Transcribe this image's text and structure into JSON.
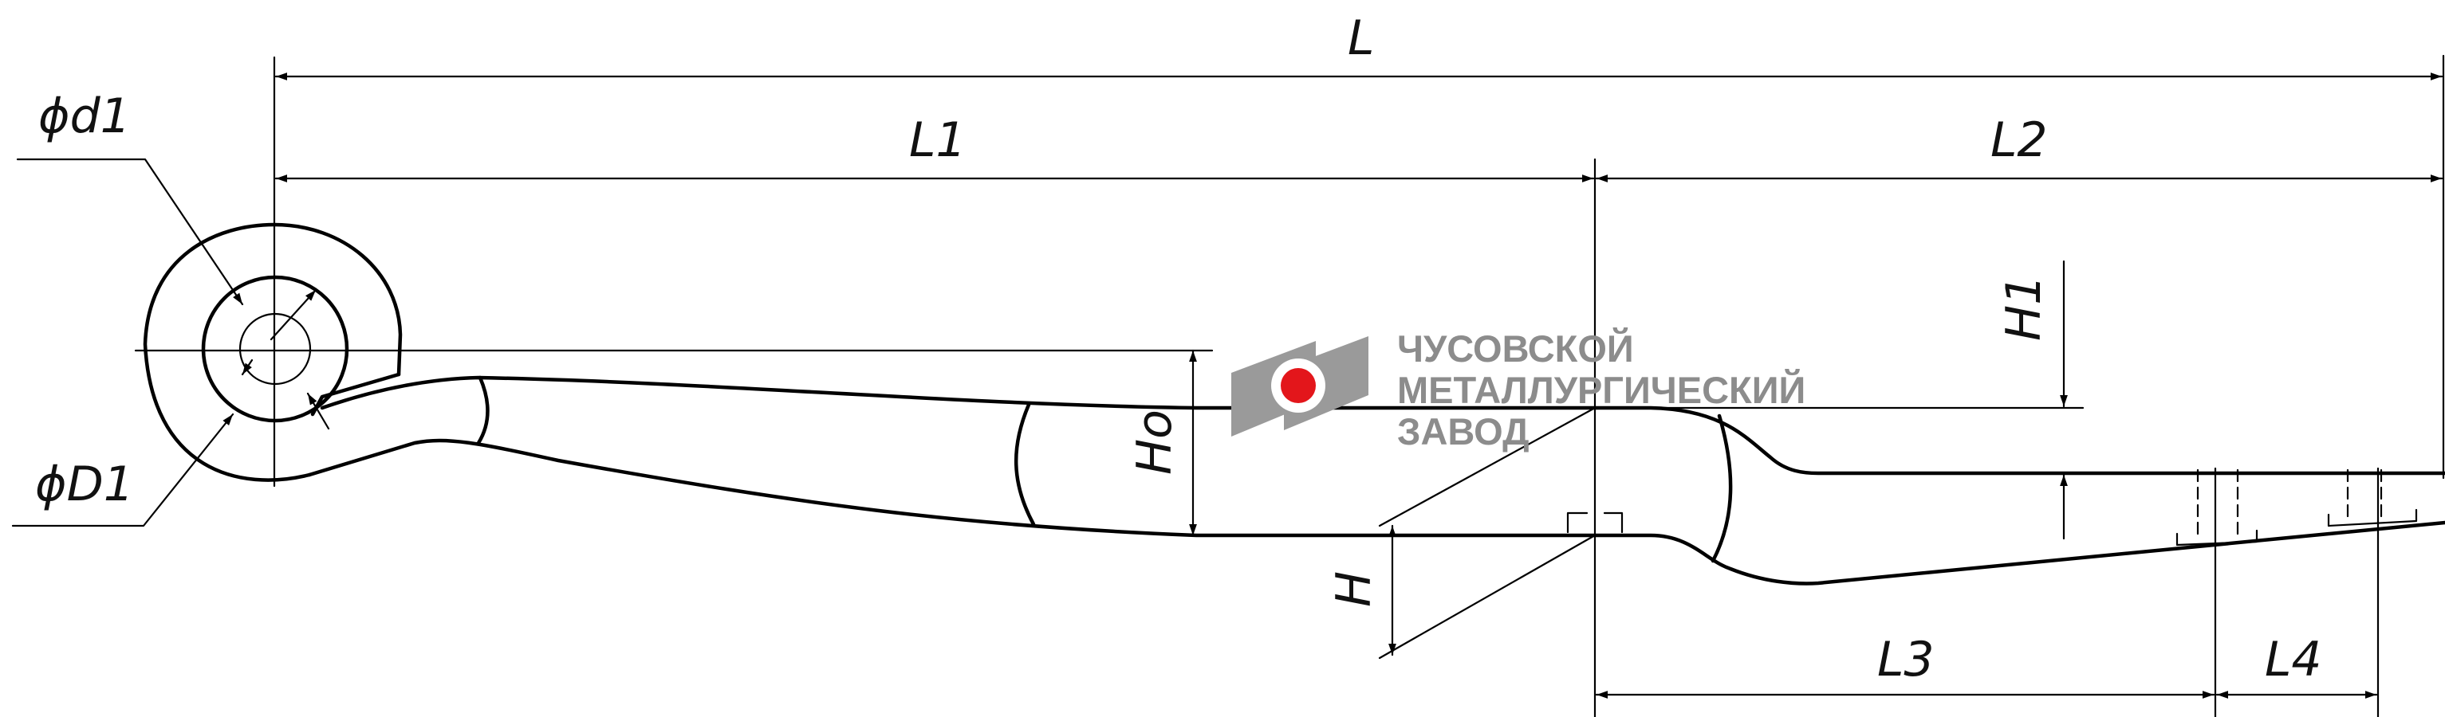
{
  "dimensions": {
    "L": "L",
    "L1": "L1",
    "L2": "L2",
    "L3": "L3",
    "L4": "L4",
    "H": "H",
    "H1": "H1",
    "Ho": "Ho",
    "d1": "ϕd1",
    "D1": "ϕD1"
  },
  "logo": {
    "line1": "ЧУСОВСКОЙ",
    "line2": "МЕТАЛЛУРГИЧЕСКИЙ",
    "line3": "ЗАВОД",
    "text_color": "#8c8c8c",
    "mark_color": "#9a9a9a",
    "dot_color": "#e3161b"
  }
}
